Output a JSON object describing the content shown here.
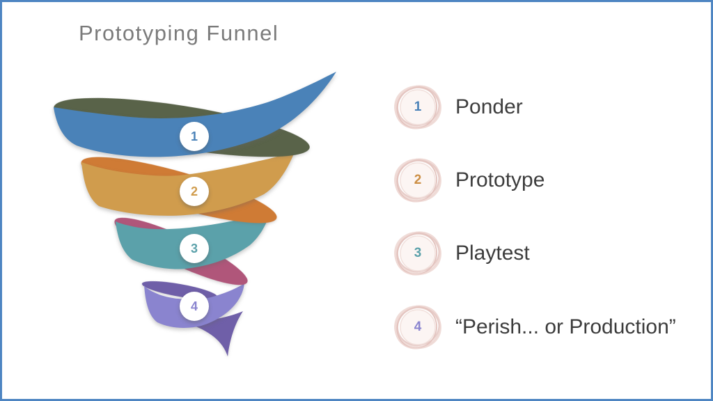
{
  "slide": {
    "title": "Prototyping Funnel",
    "title_color": "#7B7B7B",
    "border_color": "#4E85C2",
    "background_color": "#FFFFFF"
  },
  "funnel": {
    "bands": [
      {
        "number": "1",
        "front_color": "#4A82B8",
        "back_color": "#596349"
      },
      {
        "number": "2",
        "front_color": "#D09C4D",
        "back_color": "#CF7B35"
      },
      {
        "number": "3",
        "front_color": "#5BA1AA",
        "back_color": "#B0567A"
      },
      {
        "number": "4",
        "front_color": "#8A84CF",
        "back_color": "#6F5FA8"
      }
    ]
  },
  "legend": {
    "label_color": "#3C3C3C",
    "items": [
      {
        "number": "1",
        "label": "Ponder",
        "number_color": "#4A82B8"
      },
      {
        "number": "2",
        "label": "Prototype",
        "number_color": "#CC8E44"
      },
      {
        "number": "3",
        "label": "Playtest",
        "number_color": "#5BA1AA"
      },
      {
        "number": "4",
        "label": "“Perish... or Production”",
        "number_color": "#8A84CF"
      }
    ]
  }
}
